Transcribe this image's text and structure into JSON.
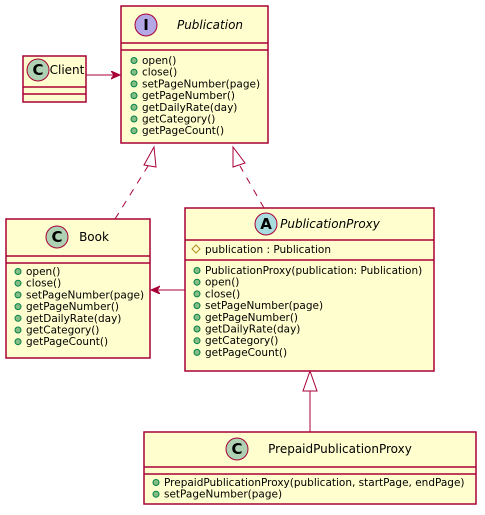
{
  "colors": {
    "box_fill": "#fefece",
    "box_border": "#a80036",
    "class_circle": "#add1b2",
    "interface_circle": "#b4a7e5",
    "abstract_circle": "#a9dcdf",
    "public_dot": "#84be84",
    "protected_marker": "#b38d22"
  },
  "classes": {
    "publication": {
      "stereo": "I",
      "name": "Publication",
      "methods": [
        "open()",
        "close()",
        "setPageNumber(page)",
        "getPageNumber()",
        "getDailyRate(day)",
        "getCategory()",
        "getPageCount()"
      ]
    },
    "client": {
      "stereo": "C",
      "name": "Client"
    },
    "book": {
      "stereo": "C",
      "name": "Book",
      "methods": [
        "open()",
        "close()",
        "setPageNumber(page)",
        "getPageNumber()",
        "getDailyRate(day)",
        "getCategory()",
        "getPageCount()"
      ]
    },
    "proxy": {
      "stereo": "A",
      "name": "PublicationProxy",
      "field": "publication : Publication",
      "methods": [
        "PublicationProxy(publication: Publication)",
        "open()",
        "close()",
        "setPageNumber(page)",
        "getPageNumber()",
        "getDailyRate(day)",
        "getCategory()",
        "getPageCount()"
      ]
    },
    "prepaid": {
      "stereo": "C",
      "name": "PrepaidPublicationProxy",
      "methods": [
        "PrepaidPublicationProxy(publication, startPage, endPage)",
        "setPageNumber(page)"
      ]
    }
  }
}
